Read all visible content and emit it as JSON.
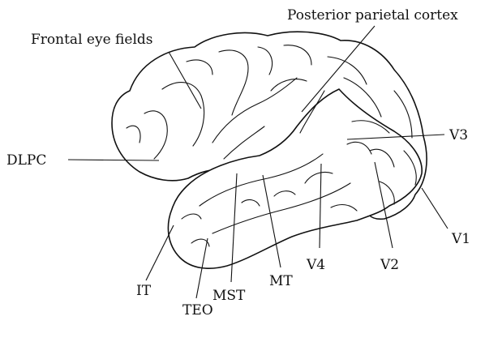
{
  "labels": {
    "frontal_eye_fields": "Frontal eye fields",
    "posterior_parietal_cortex": "Posterior parietal cortex",
    "v3": "V3",
    "dlpc": "DLPC",
    "v1": "V1",
    "v4": "V4",
    "v2": "V2",
    "it": "IT",
    "mt": "MT",
    "mst": "MST",
    "teo": "TEO"
  }
}
